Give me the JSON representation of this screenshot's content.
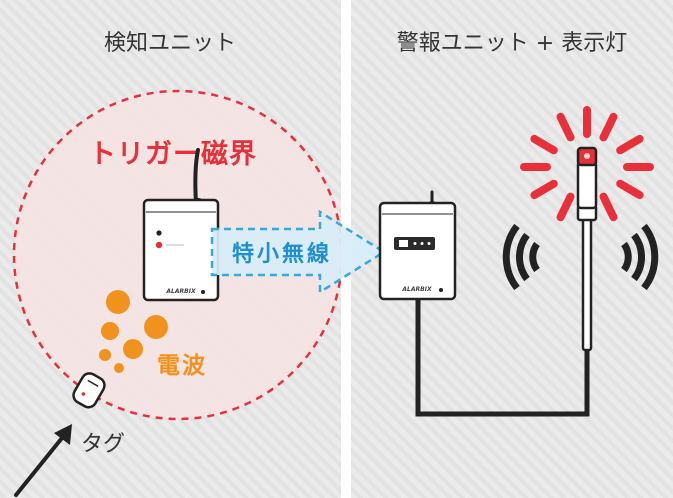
{
  "panels": {
    "left_title": "検知ユニット",
    "right_title": "警報ユニット + 表示灯"
  },
  "labels": {
    "trigger": "トリガー磁界",
    "wireless": "特小無線",
    "radio_wave": "電波",
    "tag": "タグ"
  },
  "devices": {
    "brand": "ALARBIX"
  },
  "colors": {
    "panel_bg": "#ebebeb",
    "stripe": "#e0e0e0",
    "field_fill": "#f7e6e6",
    "field_border": "#e8303a",
    "trigger_text": "#e8303a",
    "wireless_fill": "#d7eef8",
    "wireless_border": "#3aa6d9",
    "wireless_text": "#1e90cf",
    "wave_orange": "#f2921e",
    "alarm_red": "#e8303a",
    "ink": "#222222"
  }
}
